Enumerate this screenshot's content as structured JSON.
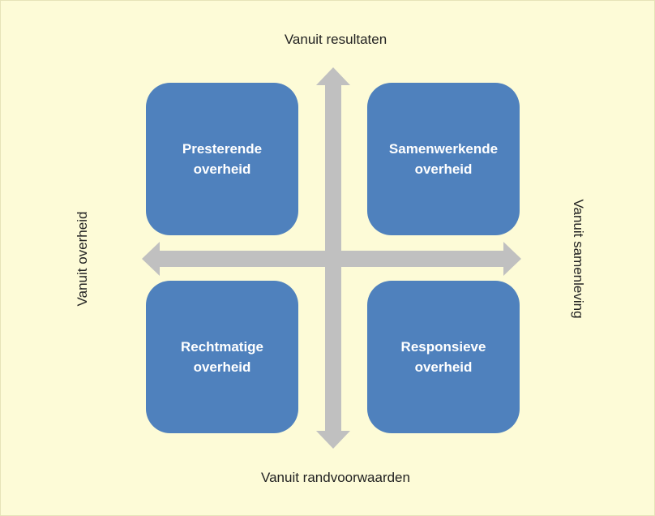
{
  "diagram": {
    "axes": {
      "top": "Vanuit resultaten",
      "bottom": "Vanuit randvoorwaarden",
      "left": "Vanuit overheid",
      "right": "Vanuit samenleving"
    },
    "quadrants": {
      "top_left": {
        "line1": "Presterende",
        "line2": "overheid"
      },
      "top_right": {
        "line1": "Samenwerkende",
        "line2": "overheid"
      },
      "bottom_left": {
        "line1": "Rechtmatige",
        "line2": "overheid"
      },
      "bottom_right": {
        "line1": "Responsieve",
        "line2": "overheid"
      }
    },
    "colors": {
      "background": "#fdfbd7",
      "quadrant_fill": "#4f81bd",
      "quadrant_text": "#ffffff",
      "arrow": "#c0c0c0",
      "axis_text": "#222222"
    }
  }
}
